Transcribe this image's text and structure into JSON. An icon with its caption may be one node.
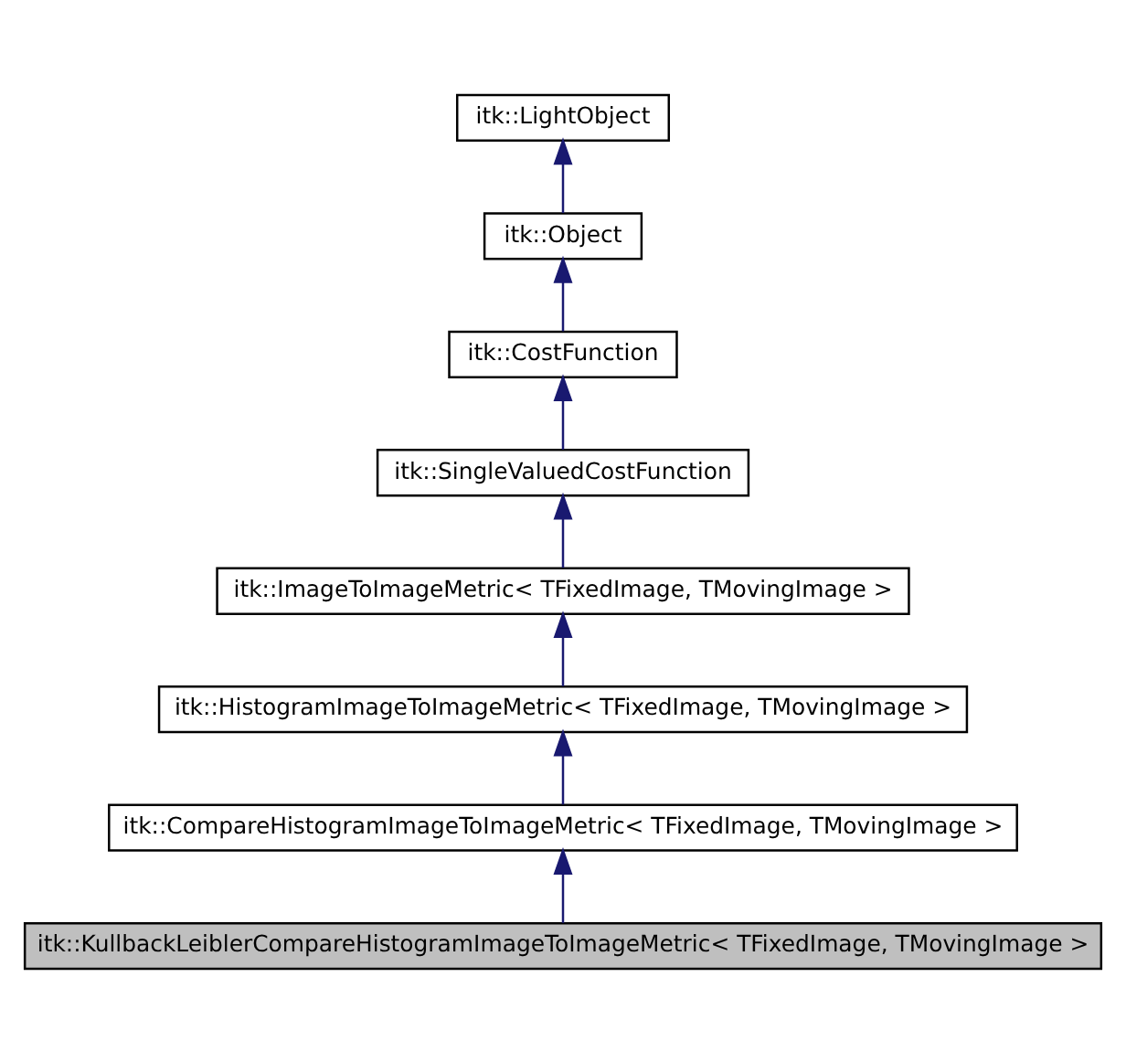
{
  "diagram": {
    "nodes": [
      {
        "text": [
          "itk::LightObject"
        ]
      },
      {
        "text": [
          "itk::Object"
        ]
      },
      {
        "text": [
          "itk::CostFunction"
        ]
      },
      {
        "text": [
          "itk::SingleValuedCostFunction"
        ]
      },
      {
        "text": [
          "itk::ImageToImageMetric< TFixedImage, TMovingImage >"
        ]
      },
      {
        "text": [
          "itk::HistogramImageToImageMetric< TFixedImage, TMovingImage >"
        ]
      },
      {
        "text": [
          "itk::CompareHistogramImageToImageMetric< TFixedImage, TMovingImage >"
        ]
      },
      {
        "text": [
          "itk::KullbackLeiblerCompareHistogramImageToImageMetric< TFixedImage, TMovingImage >"
        ]
      }
    ],
    "edges": [
      {
        "from": 1,
        "to": 0,
        "arrow": "to"
      },
      {
        "from": 2,
        "to": 1,
        "arrow": "to"
      },
      {
        "from": 3,
        "to": 2,
        "arrow": "to"
      },
      {
        "from": 4,
        "to": 3,
        "arrow": "to"
      },
      {
        "from": 5,
        "to": 4,
        "arrow": "to"
      },
      {
        "from": 6,
        "to": 5,
        "arrow": "to"
      },
      {
        "from": 7,
        "to": 6,
        "arrow": "to"
      }
    ]
  }
}
